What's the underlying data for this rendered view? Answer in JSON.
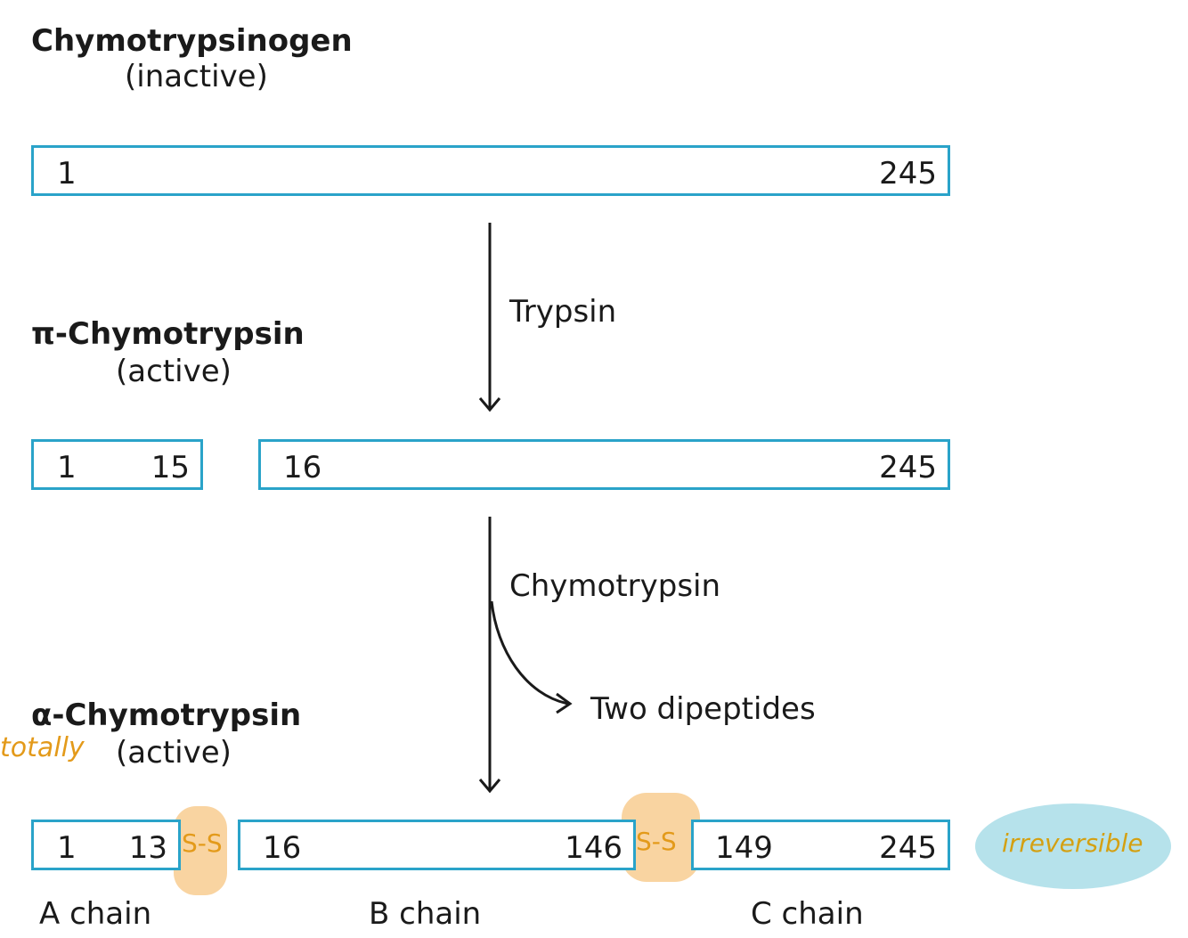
{
  "stage1": {
    "name": "Chymotrypsinogen",
    "state": "(inactive)",
    "start": "1",
    "end": "245"
  },
  "step1": {
    "enzyme": "Trypsin"
  },
  "stage2": {
    "name": "π-Chymotrypsin",
    "state": "(active)",
    "seg1_start": "1",
    "seg1_end": "15",
    "seg2_start": "16",
    "seg2_end": "245"
  },
  "step2": {
    "enzyme": "Chymotrypsin",
    "byproduct": "Two dipeptides"
  },
  "stage3": {
    "name": "α-Chymotrypsin",
    "state": "(active)",
    "a_start": "1",
    "a_end": "13",
    "b_start": "16",
    "b_end": "146",
    "c_start": "149",
    "c_end": "245",
    "chain_a": "A chain",
    "chain_b": "B chain",
    "chain_c": "C chain"
  },
  "annotations": {
    "totally": "totally",
    "ss1": "S-S",
    "ss2": "S-S",
    "irreversible": "irreversible"
  },
  "colors": {
    "box_border": "#2aa3c9",
    "highlight_orange": "#f7c98a",
    "highlight_blue": "#a9dde8",
    "ink_orange": "#e39a1a"
  }
}
